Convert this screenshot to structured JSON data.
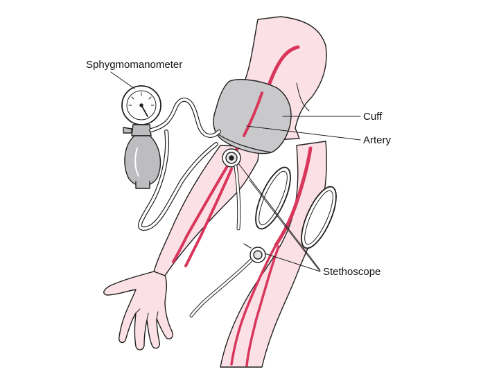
{
  "labels": {
    "sphygmomanometer": "Sphygmomanometer",
    "cuff": "Cuff",
    "artery": "Artery",
    "stethoscope": "Stethoscope"
  },
  "colors": {
    "skin": "#fbe0e6",
    "outline": "#1e1e1e",
    "artery": "#d8365b",
    "cuff": "#c9c9cc",
    "gauge_body": "#bdbdc0",
    "tube": "#ffffff"
  }
}
